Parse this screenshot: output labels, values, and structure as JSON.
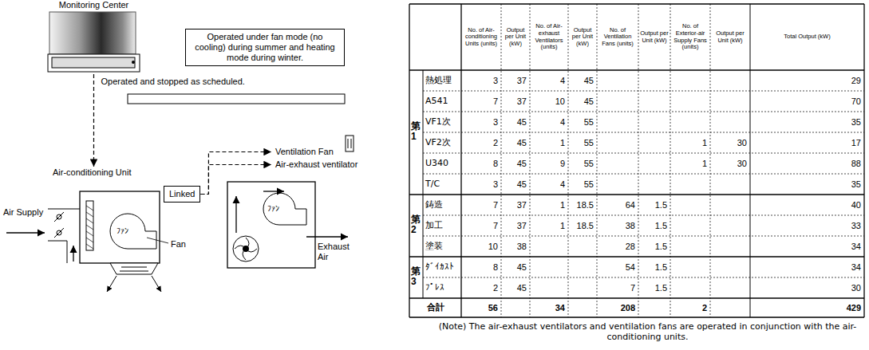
{
  "diagram": {
    "nodes": [
      {
        "text": [
          "Monitoring Center"
        ]
      },
      {
        "text": [
          "Operated under fan mode (no cooling) during summer and heating mode during winter."
        ]
      },
      {
        "text": [
          "Air-conditioning Unit"
        ]
      },
      {
        "text": [
          "Linked"
        ]
      },
      {
        "text": [
          "Ventilation Fan"
        ]
      },
      {
        "text": [
          "Air-exhaust ventilator"
        ]
      }
    ],
    "edges": [
      {
        "from": 0,
        "to": 2,
        "arrow": "to",
        "label": "Operated and stopped as scheduled."
      },
      {
        "from": 3,
        "to": 4,
        "arrow": "to"
      },
      {
        "from": 3,
        "to": 5,
        "arrow": "to"
      }
    ],
    "labels": [
      "Air Supply",
      "ﾌｧﾝ",
      "Fan",
      "ﾌｧﾝ",
      "Exhaust Air",
      "No. of Air-conditioning Units (units)",
      "Output per Unit (kW)",
      "No. of Air-exhaust Ventilators (units)",
      "Output per Unit (kW)",
      "No. of Ventilation Fans (units)",
      "Output per Unit (kW)",
      "No. of Exterior-air Supply Fans (units)",
      "Output per Unit (kW)",
      "Total Output (kW)",
      "第1",
      "熱処理",
      "3",
      "37",
      "4",
      "45",
      "29",
      "A541",
      "7",
      "37",
      "10",
      "45",
      "70",
      "VF1次",
      "3",
      "45",
      "4",
      "55",
      "35",
      "VF2次",
      "2",
      "45",
      "1",
      "55",
      "1",
      "30",
      "17",
      "U340",
      "8",
      "45",
      "9",
      "55",
      "1",
      "30",
      "88",
      "T/C",
      "3",
      "45",
      "4",
      "55",
      "35",
      "第2",
      "鋳造",
      "7",
      "37",
      "1",
      "18.5",
      "64",
      "1.5",
      "40",
      "加工",
      "7",
      "37",
      "1",
      "18.5",
      "38",
      "1.5",
      "33",
      "塗装",
      "10",
      "38",
      "28",
      "1.5",
      "34",
      "第3",
      "ﾀﾞｲｶｽﾄ",
      "8",
      "45",
      "54",
      "1.5",
      "34",
      "ﾌﾟﾚｽ",
      "2",
      "45",
      "7",
      "1.5",
      "30",
      "合計",
      "56",
      "34",
      "208",
      "2",
      "429",
      "(Note) The air-exhaust ventilators and ventilation fans are operated in conjunction with the air-conditioning units."
    ]
  }
}
